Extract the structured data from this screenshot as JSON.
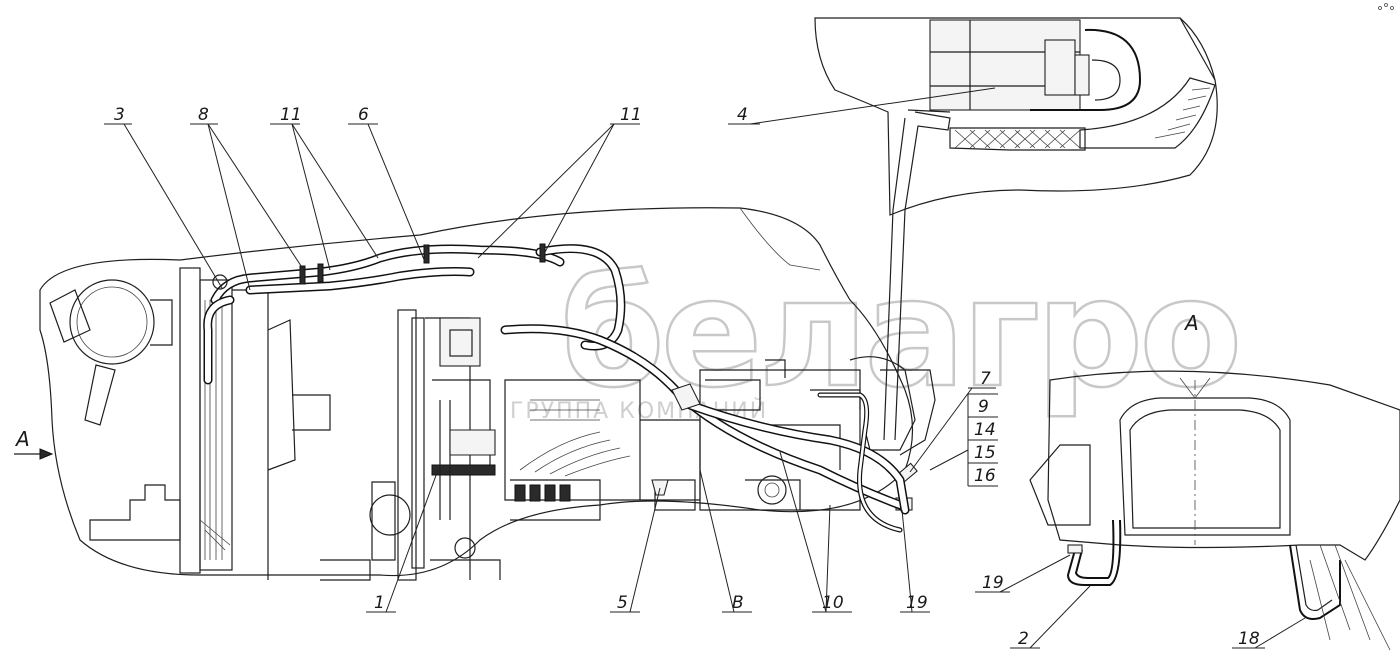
{
  "watermark": {
    "brand": "белагро",
    "subtitle": "ГРУППА КОМПАНИЙ"
  },
  "view": {
    "arrow_label": "А",
    "section_title": "А"
  },
  "callouts": {
    "c1": "1",
    "c2": "2",
    "c3": "3",
    "c4": "4",
    "c5": "5",
    "c6": "6",
    "c7": "7",
    "c8": "8",
    "c11a": "11",
    "c11b": "11",
    "c10": "10",
    "c19a": "19",
    "c19b": "19",
    "c18": "18",
    "cB": "В"
  },
  "position_table": [
    "9",
    "14",
    "15",
    "16"
  ]
}
